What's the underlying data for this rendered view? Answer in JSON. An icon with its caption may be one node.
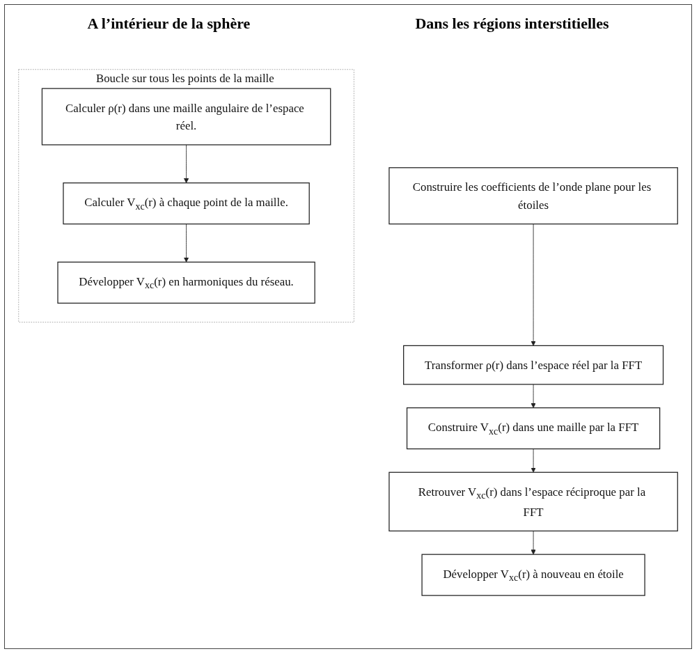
{
  "diagram": {
    "nodes": [
      {
        "text": [
          "Boucle sur tous les points de la maille"
        ]
      },
      {
        "text": [
          "Calculer ρ(r) dans une maille angulaire de l’espace réel."
        ],
        "in": 0
      },
      {
        "text": [
          "Calculer V$_{xc}$(r) à chaque point de la maille."
        ],
        "in": 0
      },
      {
        "text": [
          "Développer V$_{xc}$(r) en harmoniques du réseau."
        ],
        "in": 0
      },
      {
        "text": [
          "Construire les coefficients de l’onde plane pour les étoiles"
        ]
      },
      {
        "text": [
          "Transformer ρ(r) dans l’espace réel par la FFT"
        ]
      },
      {
        "text": [
          "Construire V$_{xc}$(r) dans une maille par la FFT"
        ]
      },
      {
        "text": [
          "Retrouver V$_{xc}$(r) dans l’espace réciproque par la FFT"
        ]
      },
      {
        "text": [
          "Développer V$_{xc}$(r) à nouveau en étoile"
        ]
      }
    ],
    "edges": [
      {
        "from": 1,
        "to": 2,
        "arrow": "to"
      },
      {
        "from": 2,
        "to": 3,
        "arrow": "to"
      },
      {
        "from": 4,
        "to": 5,
        "arrow": "to"
      },
      {
        "from": 5,
        "to": 6,
        "arrow": "to"
      },
      {
        "from": 6,
        "to": 7,
        "arrow": "to"
      },
      {
        "from": 7,
        "to": 8,
        "arrow": "to"
      }
    ],
    "labels": [
      "A l’intérieur de la sphère",
      "Dans les régions interstitielles"
    ]
  }
}
